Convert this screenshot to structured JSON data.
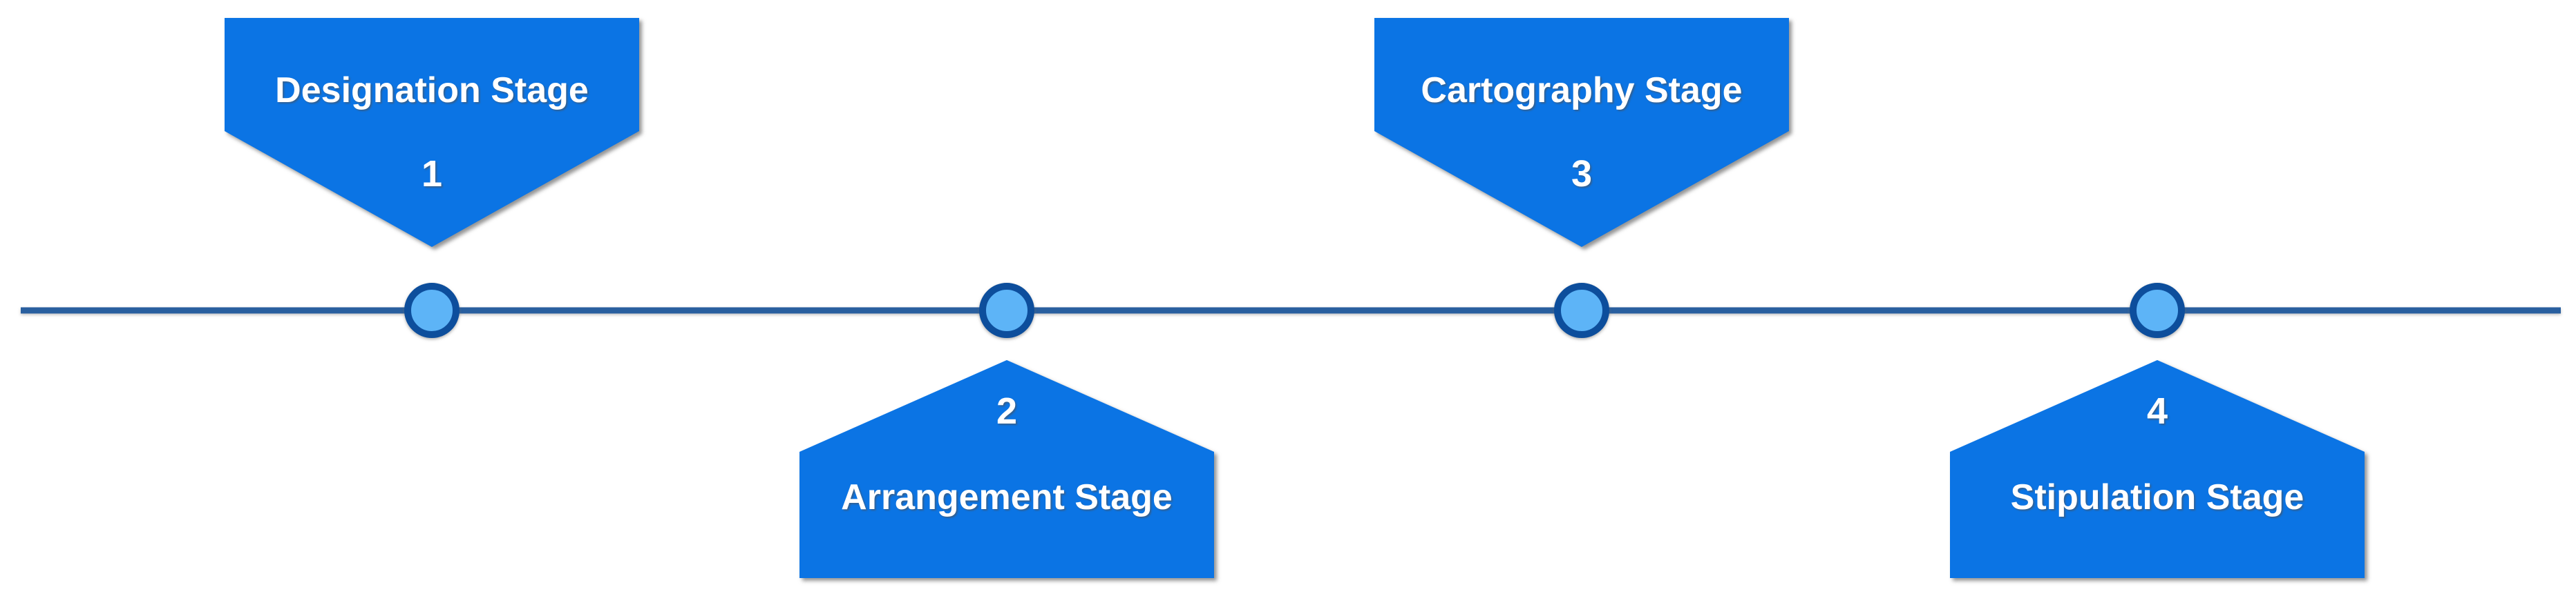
{
  "diagram": {
    "type": "alternating-stage-timeline",
    "stages": [
      {
        "number": "1",
        "label": "Designation Stage",
        "position": "above"
      },
      {
        "number": "2",
        "label": "Arrangement Stage",
        "position": "below"
      },
      {
        "number": "3",
        "label": "Cartography Stage",
        "position": "above"
      },
      {
        "number": "4",
        "label": "Stipulation Stage",
        "position": "below"
      }
    ],
    "colors": {
      "banner": "#0b74e4",
      "node_fill": "#5db4f7",
      "node_border": "#0d4e9c",
      "line": "#295f9f",
      "text": "#ffffff"
    }
  }
}
